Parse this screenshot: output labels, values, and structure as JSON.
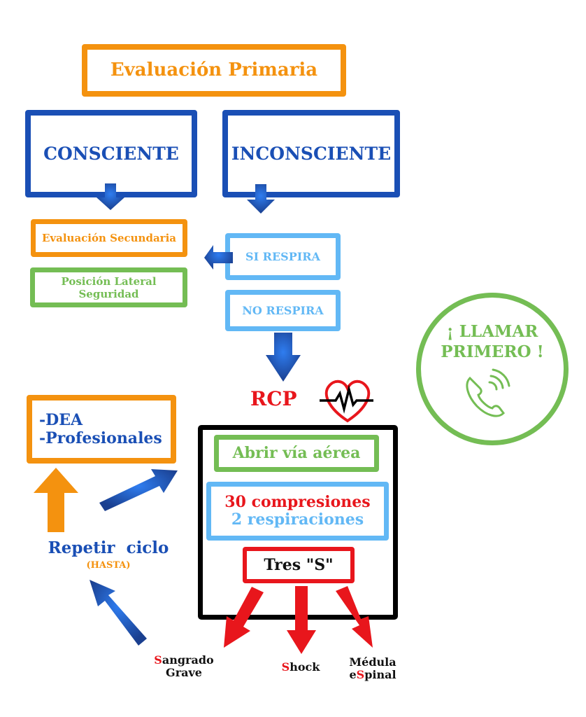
{
  "title": "Evaluación Primaria",
  "branches": {
    "conscious": "CONSCIENTE",
    "unconscious": "INCONSCIENTE"
  },
  "conscious_steps": {
    "secondary": "Evaluación Secundaria",
    "lateral_line1": "Posición Lateral",
    "lateral_line2": "Seguridad"
  },
  "breathing": {
    "yes": "SI RESPIRA",
    "no": "NO RESPIRA"
  },
  "rcp": {
    "label": "RCP",
    "icon": "heart-pulse-icon"
  },
  "call_first": {
    "line1": "¡ LLAMAR",
    "line2": "PRIMERO !",
    "icon": "phone-ringing-icon"
  },
  "dea_box": {
    "line1": "-DEA",
    "line2": "-Profesionales"
  },
  "repeat": {
    "label": "Repetir  ciclo",
    "sub": "(HASTA)"
  },
  "rcp_steps": {
    "airway": "Abrir vía aérea",
    "compressions": "30 compresiones",
    "breaths": "2 respiraciones",
    "three_s": "Tres \"S\""
  },
  "three_s": [
    {
      "initial": "S",
      "rest_line1": "angrado",
      "line2": "Grave"
    },
    {
      "initial": "S",
      "rest_line1": "hock",
      "line2": ""
    },
    {
      "prefix_line1": "Médula",
      "pre": "e",
      "initial": "S",
      "rest": "pinal"
    }
  ],
  "colors": {
    "orange": "#f4920f",
    "blue": "#1a4fb5",
    "light_blue": "#62b8f5",
    "green": "#74bd54",
    "red": "#e8161c",
    "black": "#000000"
  }
}
